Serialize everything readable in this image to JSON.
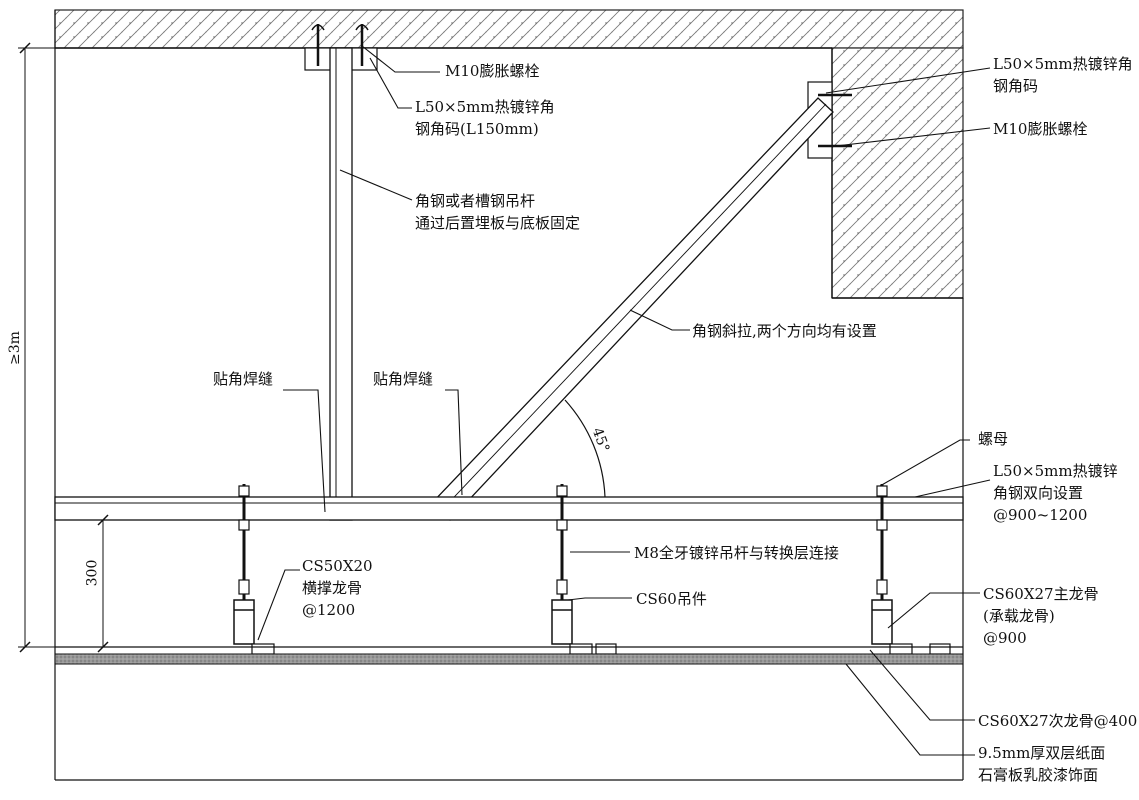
{
  "annotations": {
    "bolt_top": "M10膨胀螺栓",
    "angle_code_top": [
      "L50×5mm热镀锌角",
      "钢角码(L150mm)"
    ],
    "hanger_rod": [
      "角钢或者槽钢吊杆",
      "通过后置埋板与底板固定"
    ],
    "angle_code_right": [
      "L50×5mm热镀锌角",
      "钢角码"
    ],
    "bolt_right": "M10膨胀螺栓",
    "diagonal_brace": "角钢斜拉,两个方向均有设置",
    "weld_left": "贴角焊缝",
    "weld_mid": "贴角焊缝",
    "angle_45": "45°",
    "nut": "螺母",
    "angle_steel_double": [
      "L50×5mm热镀锌",
      "角钢双向设置",
      "@900~1200"
    ],
    "m8_rod": "M8全牙镀锌吊杆与转换层连接",
    "cs50": [
      "CS50X20",
      "横撑龙骨",
      "@1200"
    ],
    "cs60_hanger": "CS60吊件",
    "cs60_main": [
      "CS60X27主龙骨",
      "(承载龙骨)",
      "@900"
    ],
    "cs60_secondary": "CS60X27次龙骨@400",
    "gypsum": [
      "9.5mm厚双层纸面",
      "石膏板乳胶漆饰面"
    ]
  },
  "dimensions": {
    "height_min": "≥3m",
    "layer_gap": "300"
  }
}
